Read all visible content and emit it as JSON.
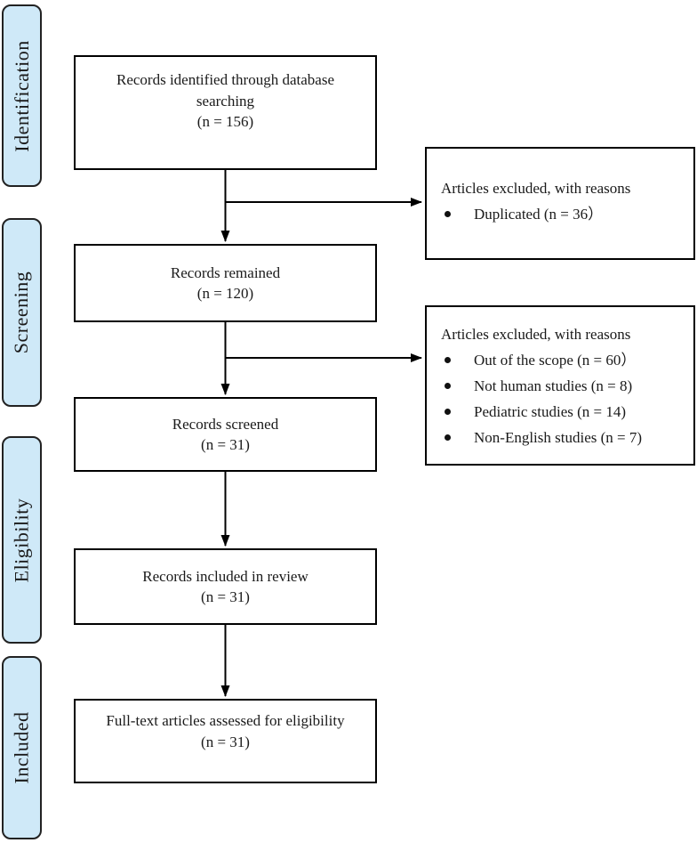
{
  "palette": {
    "stage_fill": "#cfe9f8",
    "stage_border": "#222222",
    "box_border": "#000000",
    "arrow_color": "#000000",
    "background": "#ffffff",
    "text_color": "#1a1a1a"
  },
  "stages": [
    {
      "label": "Identification"
    },
    {
      "label": "Screening"
    },
    {
      "label": "Eligibility"
    },
    {
      "label": "Included"
    }
  ],
  "flow_boxes": [
    {
      "title": "Records identified through database searching",
      "count": "(n = 156)"
    },
    {
      "title": "Records remained",
      "count": "(n = 120)"
    },
    {
      "title": "Records screened",
      "count": "(n = 31)"
    },
    {
      "title": "Records included in review",
      "count": "(n = 31)"
    },
    {
      "title": "Full-text articles assessed for eligibility",
      "count": "(n = 31)"
    }
  ],
  "exclusion_boxes": [
    {
      "title": "Articles excluded, with reasons",
      "bullets": [
        "Duplicated (n = 36）"
      ]
    },
    {
      "title": "Articles excluded, with reasons",
      "bullets": [
        "Out of the scope (n = 60）",
        "Not human studies (n = 8)",
        "Pediatric studies (n = 14)",
        "Non-English studies (n = 7)"
      ]
    }
  ]
}
